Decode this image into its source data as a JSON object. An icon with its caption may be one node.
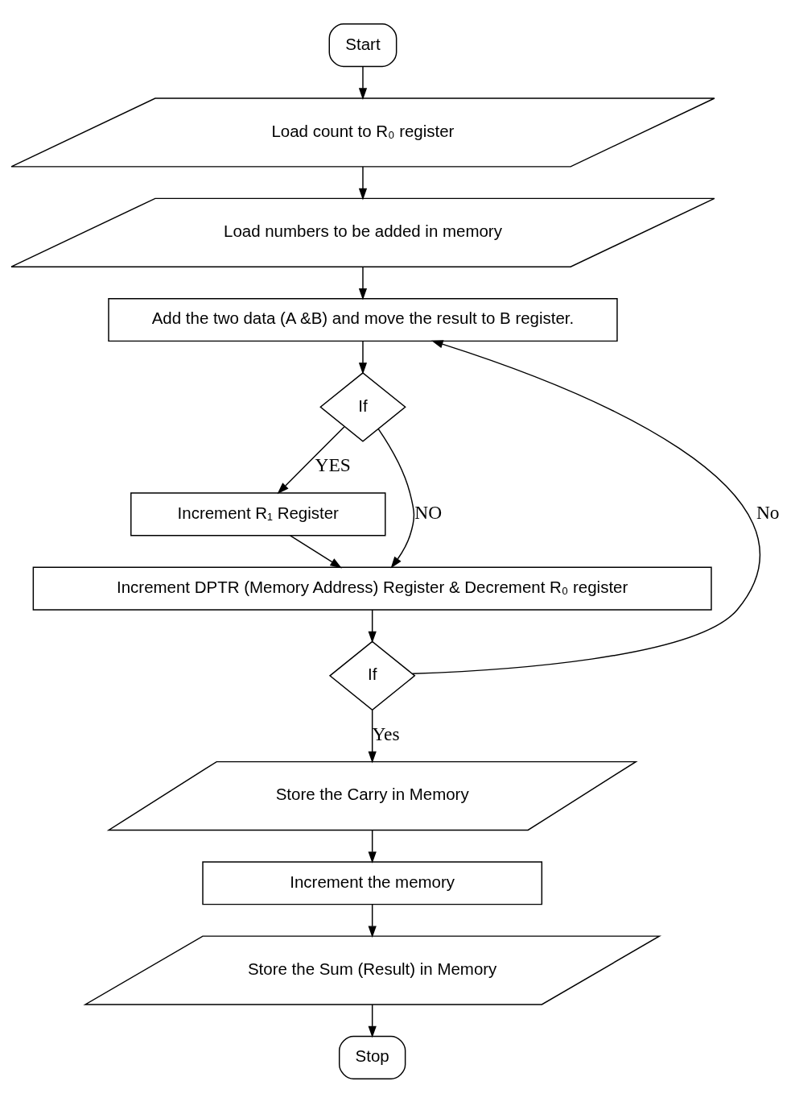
{
  "diagram": {
    "nodes": [
      {
        "text": [
          "Start"
        ]
      },
      {
        "text": [
          "Load count to R₀ register"
        ]
      },
      {
        "text": [
          "Load numbers to be added in memory"
        ]
      },
      {
        "text": [
          "Add the two data (A &B) and move the result to B register."
        ]
      },
      {
        "text": [
          "If"
        ]
      },
      {
        "text": [
          "Increment R₁ Register"
        ]
      },
      {
        "text": [
          "Increment DPTR (Memory Address) Register & Decrement R₀ register"
        ]
      },
      {
        "text": [
          "If"
        ]
      },
      {
        "text": [
          "Store the Carry in Memory"
        ]
      },
      {
        "text": [
          "Increment the memory"
        ]
      },
      {
        "text": [
          "Store the Sum (Result) in Memory"
        ]
      },
      {
        "text": [
          "Stop"
        ]
      }
    ],
    "edges": [
      {
        "from": 0,
        "to": 1,
        "arrow": "to"
      },
      {
        "from": 1,
        "to": 2,
        "arrow": "to"
      },
      {
        "from": 2,
        "to": 3,
        "arrow": "to"
      },
      {
        "from": 3,
        "to": 4,
        "arrow": "to"
      },
      {
        "from": 4,
        "to": 5,
        "arrow": "to",
        "label": "YES"
      },
      {
        "from": 4,
        "to": 6,
        "arrow": "to",
        "label": "NO"
      },
      {
        "from": 5,
        "to": 6,
        "arrow": "to"
      },
      {
        "from": 6,
        "to": 7,
        "arrow": "to"
      },
      {
        "from": 7,
        "to": 3,
        "arrow": "to",
        "label": "No"
      },
      {
        "from": 7,
        "to": 8,
        "arrow": "to",
        "label": "Yes"
      },
      {
        "from": 8,
        "to": 9,
        "arrow": "to"
      },
      {
        "from": 9,
        "to": 10,
        "arrow": "to"
      },
      {
        "from": 10,
        "to": 11,
        "arrow": "to"
      }
    ]
  }
}
